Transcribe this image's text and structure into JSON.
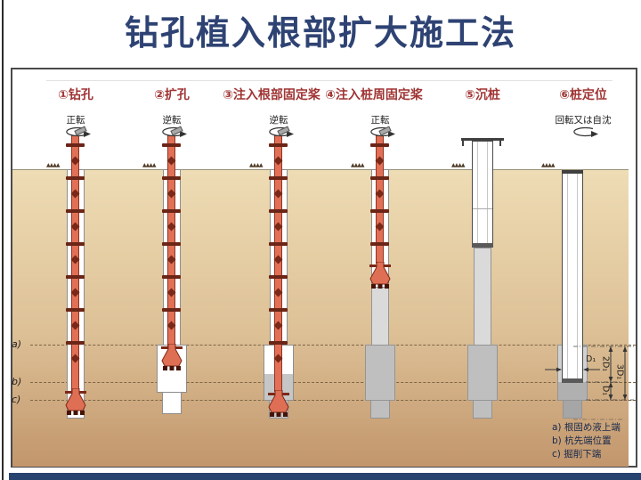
{
  "title": "钻孔植入根部扩大施工法",
  "steps": [
    {
      "label": "①钻孔",
      "rotation": "正転"
    },
    {
      "label": "②扩孔",
      "rotation": "逆転"
    },
    {
      "label": "③注入根部固定桨",
      "rotation": "逆転"
    },
    {
      "label": "④注入桩周固定桨",
      "rotation": "正転"
    },
    {
      "label": "⑤沉桩",
      "rotation": ""
    },
    {
      "label": "⑥桩定位",
      "rotation": "回転又は自沈"
    }
  ],
  "markers": {
    "a": "a)",
    "b": "b)",
    "c": "c)"
  },
  "dimensions": {
    "d": "D₁",
    "two_d": "2D₁",
    "three_d": "3D₁"
  },
  "legend": {
    "a": "a) 根固め液上端",
    "b": "b) 杭先端位置",
    "c": "c) 掘削下端"
  },
  "hatch": "▲▲▲▲",
  "colors": {
    "title": "#2e4373",
    "step_label": "#a03434",
    "ground_top": "#eedcb4",
    "ground_bottom": "#c2966c",
    "rod": "#e17056",
    "grout_light": "#dadada",
    "grout_dark": "#bfbfbf",
    "footer_bar": "#27436f"
  }
}
